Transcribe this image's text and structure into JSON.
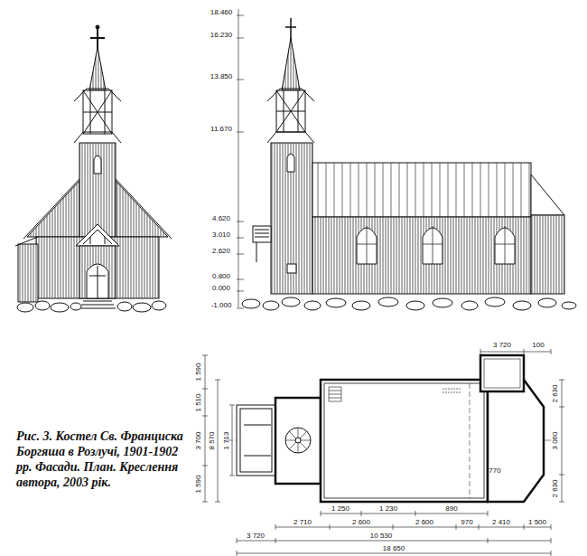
{
  "diagram": {
    "caption": "Рис. 3. Костел Св. Франциска Боргяша в Розлучі, 1901-1902 рр. Фасади. План. Креслення автора, 2003 рік.",
    "labels": [
      "18.460",
      "16.230",
      "13.850",
      "11.670",
      "4.620",
      "3.010",
      "2.620",
      "0.800",
      "0.000",
      "-1.000",
      "3 720",
      "100",
      "2 630",
      "3 060",
      "2 630",
      "1 590",
      "1 510",
      "3 700",
      "1 590",
      "8 570",
      "1 713",
      "1 250",
      "1 230",
      "890",
      "2 710",
      "2 600",
      "2 600",
      "970",
      "2 410",
      "1 500",
      "3 720",
      "10 530",
      "18 650",
      "770"
    ]
  }
}
